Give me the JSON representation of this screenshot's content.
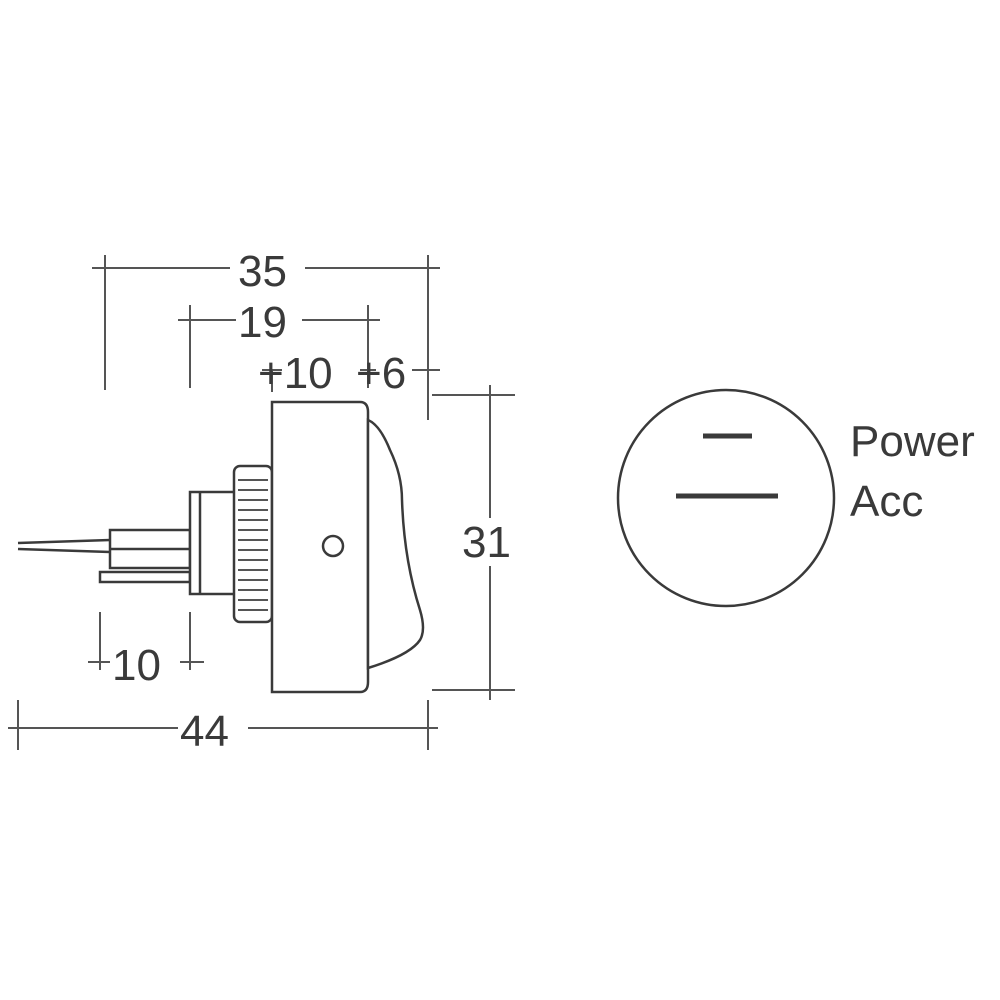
{
  "dimensions": {
    "overall_depth_upper": "35",
    "body_depth": "19",
    "rocker_depth_a": "+10",
    "rocker_depth_b": "+6",
    "terminal_length": "10",
    "height": "31",
    "overall_length": "44"
  },
  "symbol": {
    "label_top": "Power",
    "label_bottom": "Acc"
  },
  "colors": {
    "line": "#3a3a3a",
    "background": "#ffffff"
  }
}
